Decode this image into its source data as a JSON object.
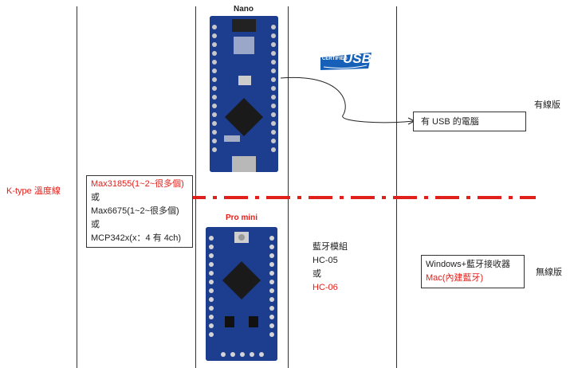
{
  "labels": {
    "nano_title": "Nano",
    "pro_mini_title": "Pro mini",
    "ktype": "K-type 溫度線",
    "usb_logo_text": "USB",
    "usb_logo_small": "CERTIFIED",
    "wired": "有線版",
    "wireless": "無線版",
    "usb_computer": "有 USB 的電腦"
  },
  "sensor_box": {
    "line1": "Max31855(1~2~很多個)",
    "or1": "或",
    "line2": "Max6675(1~2~很多個)",
    "or2": "或",
    "line3": "MCP342x(x：4 有 4ch)"
  },
  "bluetooth": {
    "line1": "藍牙模組",
    "line2": "HC-05",
    "or": "或",
    "line3": "HC-06"
  },
  "receiver_box": {
    "line1": "Windows+藍牙接收器",
    "line2": "Mac(內建藍牙)"
  },
  "colors": {
    "accent_red": "#e0201b",
    "board_blue": "#1d3d8f",
    "usb_blue": "#1660b8"
  }
}
